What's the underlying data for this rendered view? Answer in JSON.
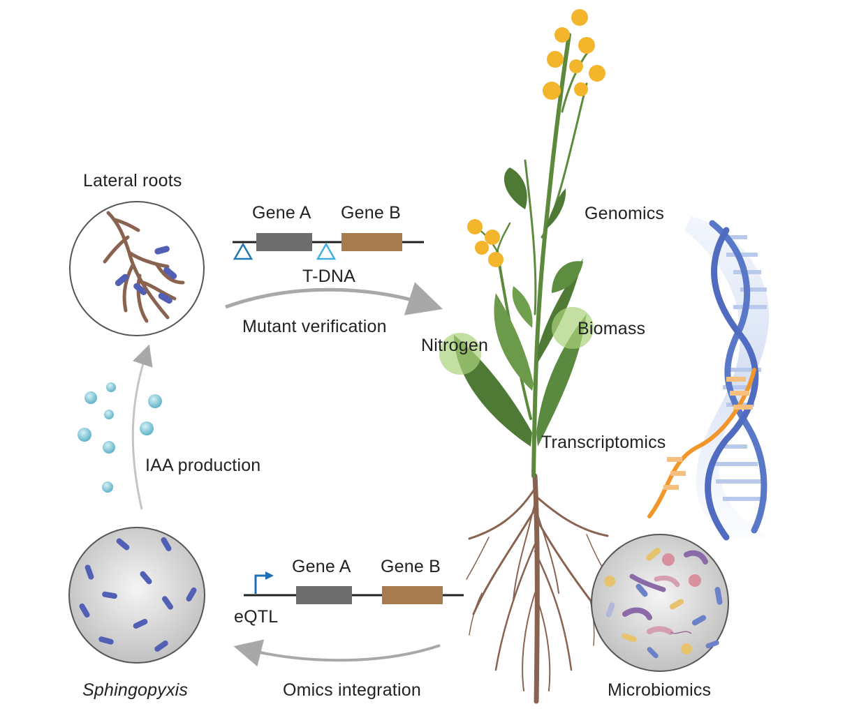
{
  "labels": {
    "lateral_roots": "Lateral roots",
    "gene_a_top": "Gene A",
    "gene_b_top": "Gene B",
    "t_dna": "T-DNA",
    "mutant_verification": "Mutant verification",
    "iaa_production": "IAA production",
    "sphingopyxis": "Sphingopyxis",
    "gene_a_bottom": "Gene A",
    "gene_b_bottom": "Gene B",
    "eqtl": "eQTL",
    "omics_integration": "Omics integration",
    "nitrogen": "Nitrogen",
    "biomass": "Biomass",
    "genomics": "Genomics",
    "transcriptomics": "Transcriptomics",
    "microbiomics": "Microbiomics"
  },
  "colors": {
    "gene_a": "#6d6d6d",
    "gene_b": "#a87b4f",
    "t_dna_marker": "#3a9ad9",
    "bacteria": "#5160b5",
    "root": "#8a6250",
    "stem": "#5c8a3c",
    "leaf": "#4e7a36",
    "flower": "#f2b52b",
    "dna": "#5a78c8",
    "rna": "#f0962a",
    "arrow": "#a8a8a8",
    "highlight": "#a9d27a"
  }
}
